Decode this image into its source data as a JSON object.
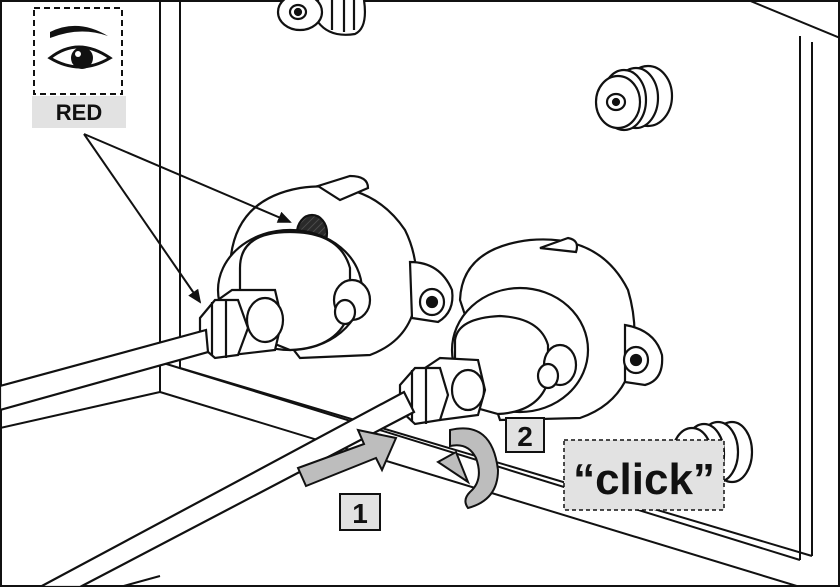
{
  "eye_label": {
    "text": "RED",
    "icon": "eye-icon"
  },
  "step_1": {
    "text": "1"
  },
  "step_2": {
    "text": "2"
  },
  "click_label": {
    "text": "“click”"
  },
  "colors": {
    "line": "#111111",
    "box_fill": "#e2e2e2",
    "arrow_fill": "#bdbdbd",
    "indicator": "#1a1a1a",
    "background": "#ffffff"
  }
}
